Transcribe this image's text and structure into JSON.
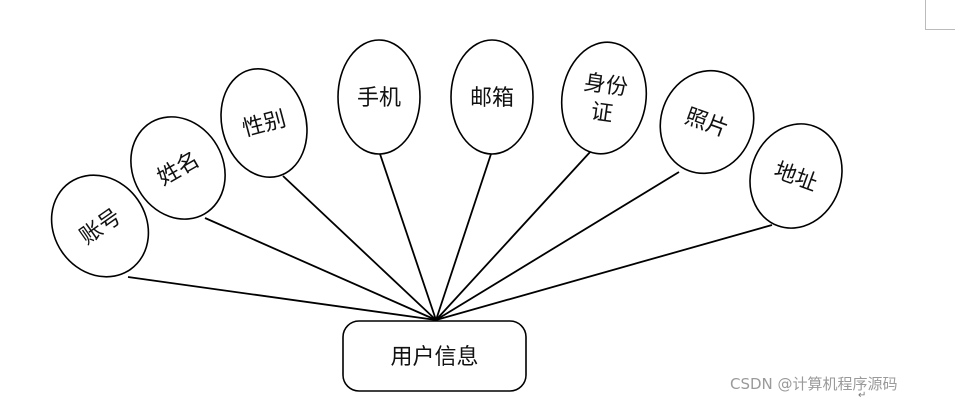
{
  "entity": {
    "label": "用户信息"
  },
  "attributes": [
    {
      "lines": [
        "账号"
      ]
    },
    {
      "lines": [
        "姓名"
      ]
    },
    {
      "lines": [
        "性别"
      ]
    },
    {
      "lines": [
        "手机"
      ]
    },
    {
      "lines": [
        "邮箱"
      ]
    },
    {
      "lines": [
        "身份",
        "证"
      ]
    },
    {
      "lines": [
        "照片"
      ]
    },
    {
      "lines": [
        "地址"
      ]
    }
  ],
  "watermark": "CSDN @计算机程序源码",
  "paragraph_mark": "↵"
}
